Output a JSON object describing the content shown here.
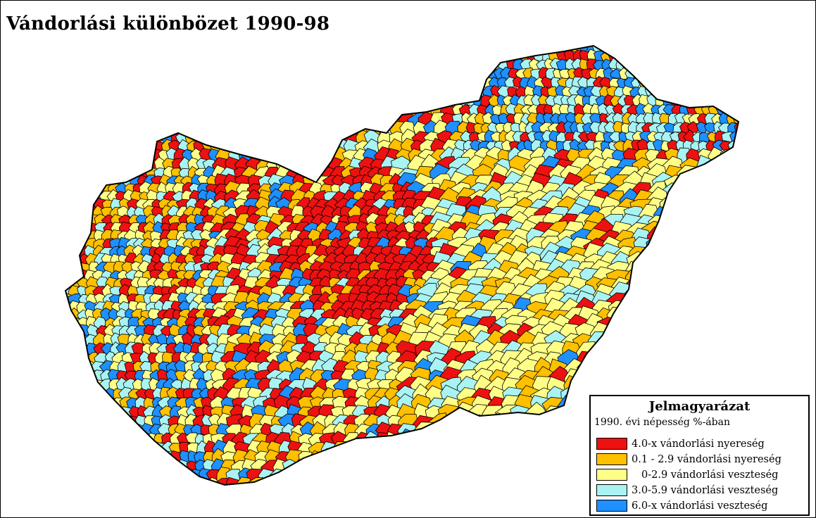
{
  "title": "Vándorlási különbözet 1990-98",
  "legend": {
    "title": "Jelmagyarázat",
    "subtitle": "1990. évi népesség %-ában",
    "items": [
      {
        "label": "4.0-x vándorlási nyereség",
        "color": "#ee1111"
      },
      {
        "label": "0.1 - 2.9 vándorlási nyereség",
        "color": "#ffc000"
      },
      {
        "label": "0-2.9 vándorlási veszteség",
        "color": "#ffff88"
      },
      {
        "label": "3.0-5.9 vándorlási veszteség",
        "color": "#a9f3f3"
      },
      {
        "label": "6.0-x vándorlási veszteség",
        "color": "#1e90ff"
      }
    ]
  }
}
